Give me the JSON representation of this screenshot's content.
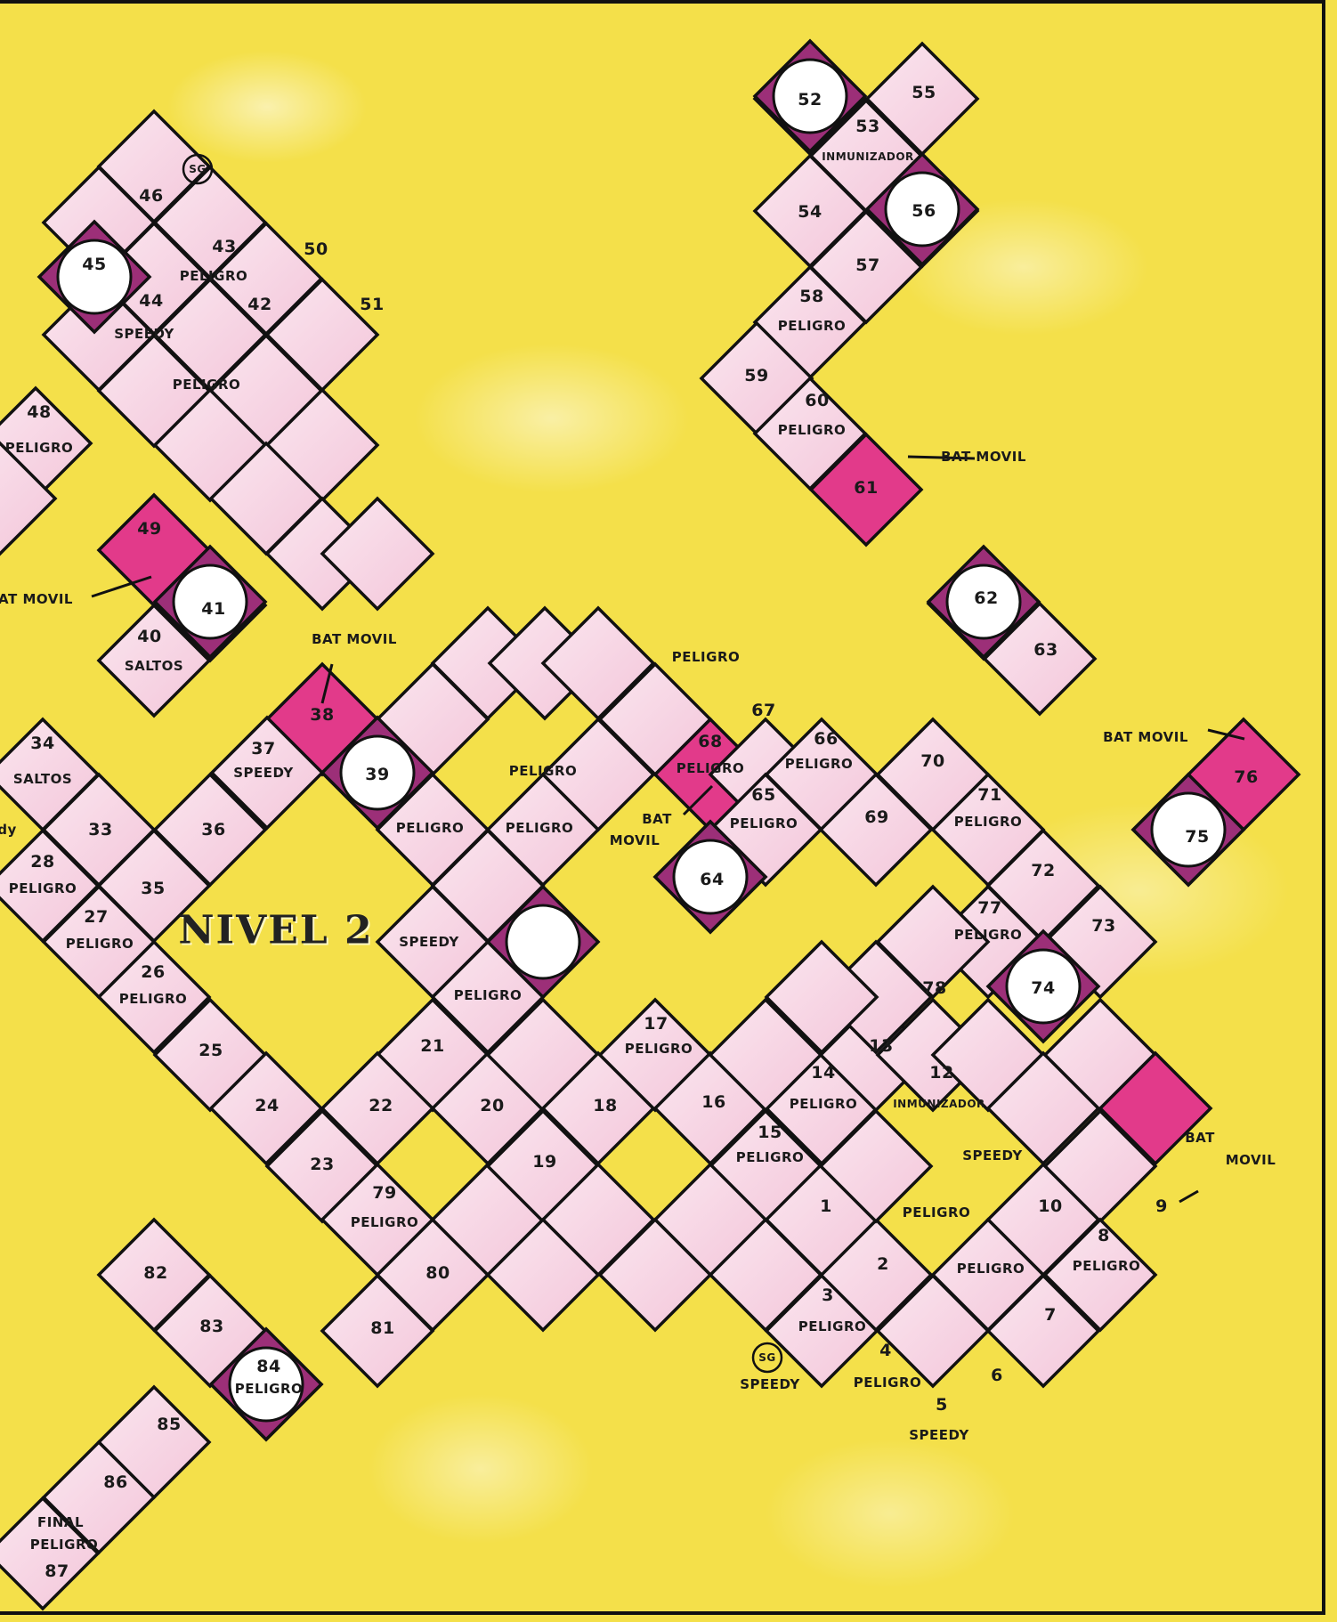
{
  "title": "NIVEL 2",
  "colors": {
    "background": "#f4e04a",
    "square": "#f6d6e4",
    "square_dark": "#ef9fc4",
    "bat_movil": "#e23a8a",
    "circle": "#ffffff",
    "corner": "#9c2f78",
    "border": "#111111"
  },
  "labels": {
    "sg_top": "SG",
    "n46": "46",
    "n45": "45",
    "n43": "43",
    "n50": "50",
    "peligro_43": "PELIGRO",
    "n44": "44",
    "n42": "42",
    "n51": "51",
    "speedy_44": "SPEEDY",
    "peligro_upper_lower": "PELIGRO",
    "n48": "48",
    "peligro_48": "PELIGRO",
    "n49": "49",
    "n41": "41",
    "n40": "40",
    "saltos_40": "SALTOS",
    "bat_movil_49": "AT MOVIL",
    "n52": "52",
    "n55": "55",
    "n53": "53",
    "inmunizador_53": "INMUNIZADOR",
    "n54": "54",
    "n56": "56",
    "n57": "57",
    "n58": "58",
    "peligro_58": "PELIGRO",
    "n59": "59",
    "n60": "60",
    "peligro_60": "PELIGRO",
    "n61": "61",
    "bat_movil_61": "BAT MOVIL",
    "n62": "62",
    "n63": "63",
    "bat_movil_38": "BAT MOVIL",
    "n38": "38",
    "n37": "37",
    "speedy_37": "SPEEDY",
    "n39": "39",
    "peligro_top": "PELIGRO",
    "n67": "67",
    "n68": "68",
    "peligro_68": "PELIGRO",
    "n66": "66",
    "peligro_66": "PELIGRO",
    "n70": "70",
    "n65": "65",
    "peligro_65": "PELIGRO",
    "n69": "69",
    "n71": "71",
    "peligro_71": "PELIGRO",
    "bat_movil_76": "BAT MOVIL",
    "n76": "76",
    "n75": "75",
    "n34": "34",
    "saltos_34": "SALTOS",
    "dy": "dy",
    "n33": "33",
    "n36": "36",
    "n28": "28",
    "peligro_28": "PELIGRO",
    "n35": "35",
    "peligro_left": "PELIGRO",
    "peligro_mid": "PELIGRO",
    "peligro_right": "PELIGRO",
    "bat_movil_68a": "BAT",
    "bat_movil_68b": "MOVIL",
    "n64": "64",
    "n72": "72",
    "n27": "27",
    "peligro_27": "PELIGRO",
    "speedy_mid": "SPEEDY",
    "n77": "77",
    "peligro_77": "PELIGRO",
    "n73": "73",
    "n26": "26",
    "peligro_26": "PELIGRO",
    "peligro_22top": "PELIGRO",
    "n78": "78",
    "n74": "74",
    "n25": "25",
    "n21": "21",
    "n17": "17",
    "peligro_17": "PELIGRO",
    "n13": "13",
    "n14": "14",
    "peligro_14": "PELIGRO",
    "n12": "12",
    "inmunizador_12": "INMUNIZADOR",
    "n24": "24",
    "n22": "22",
    "n20": "20",
    "n18": "18",
    "n16": "16",
    "n15": "15",
    "peligro_15": "PELIGRO",
    "speedy_11": "SPEEDY",
    "bat_movil_9a": "BAT",
    "bat_movil_9b": "MOVIL",
    "n23": "23",
    "n19": "19",
    "n79": "79",
    "peligro_79": "PELIGRO",
    "n1": "1",
    "peligro_1r": "PELIGRO",
    "n10": "10",
    "n9": "9",
    "n82": "82",
    "n80": "80",
    "n2": "2",
    "peligro_2r": "PELIGRO",
    "n8": "8",
    "peligro_8": "PELIGRO",
    "n83": "83",
    "n81": "81",
    "n3": "3",
    "peligro_3": "PELIGRO",
    "n7": "7",
    "n84": "84",
    "peligro_84": "PELIGRO",
    "sg_bottom": "SG",
    "speedy_sg": "SPEEDY",
    "n4": "4",
    "peligro_4": "PELIGRO",
    "n6": "6",
    "n85": "85",
    "n5": "5",
    "speedy_5": "SPEEDY",
    "n86": "86",
    "final": "FINAL",
    "peligro_87": "PELIGRO",
    "n87": "87"
  }
}
